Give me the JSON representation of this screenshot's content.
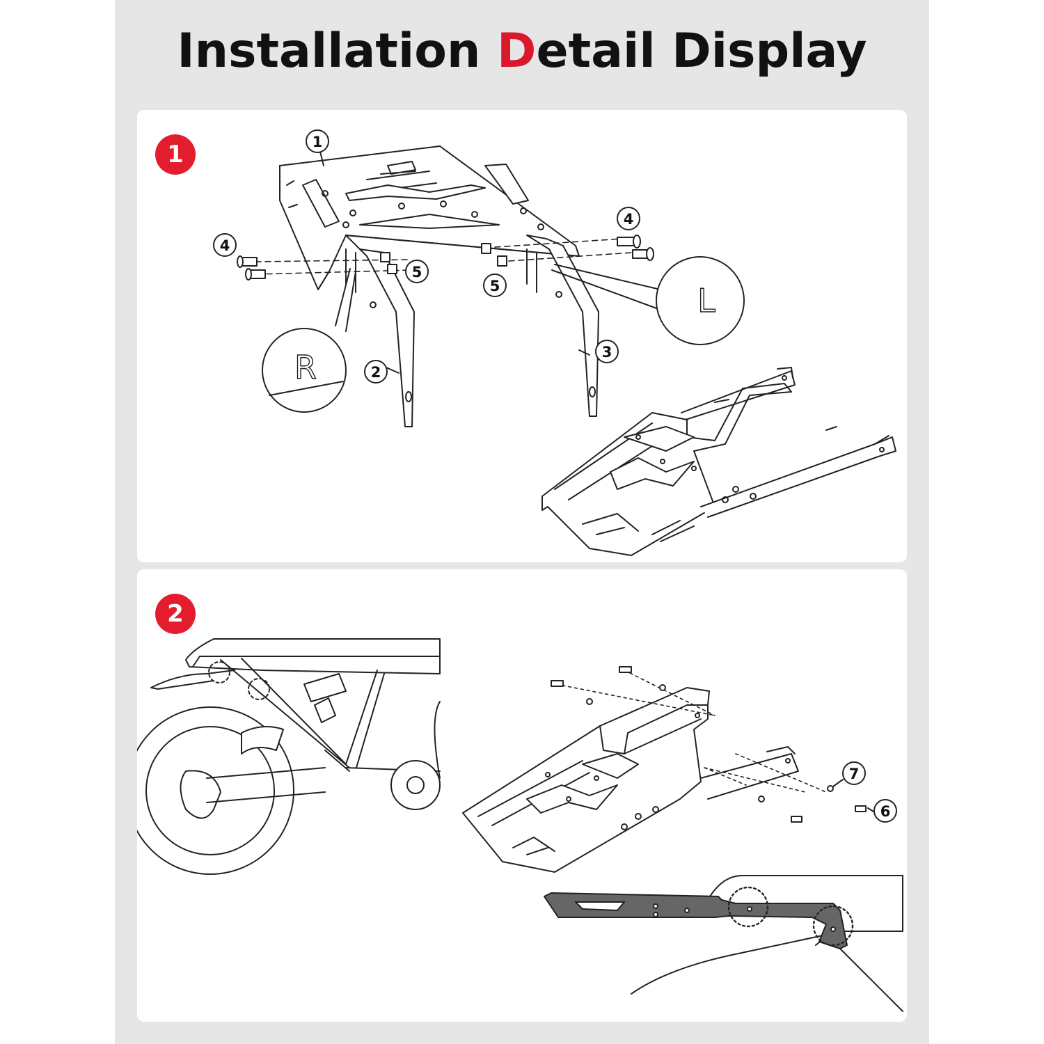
{
  "title": {
    "before": "Installation ",
    "accent": "D",
    "after": "etail Display"
  },
  "colors": {
    "accent": "#d9182a",
    "badge": "#e31d2d",
    "page_bg": "#e6e6e6",
    "panel_bg": "#ffffff",
    "line": "#222222"
  },
  "steps": [
    {
      "number": "1",
      "callouts": [
        "1",
        "4",
        "5",
        "4",
        "5",
        "2",
        "3"
      ],
      "side_labels": [
        "R",
        "L"
      ]
    },
    {
      "number": "2",
      "callouts": [
        "7",
        "6"
      ]
    }
  ]
}
